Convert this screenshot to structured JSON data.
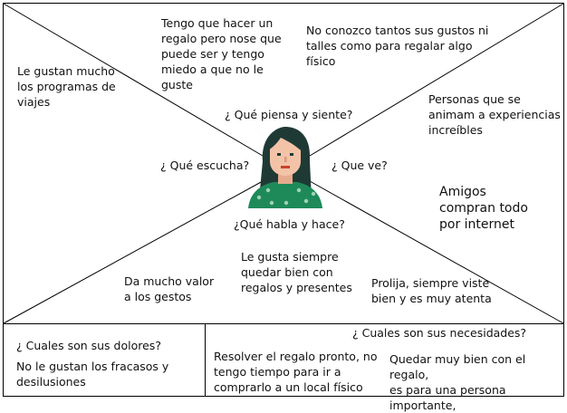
{
  "colors": {
    "line": "#000000",
    "hair": "#1f3a35",
    "skin": "#f3c3a8",
    "shirt": "#1e8a5a",
    "shirt_dots": "#9fd3b3",
    "lips": "#c8432b"
  },
  "icons": {
    "persona": "woman-avatar-icon"
  },
  "sections": {
    "piensa_siente": {
      "label": "¿ Qué piensa y siente?",
      "notes": [
        "Tengo que hacer un\nregalo pero nose que\npuede ser y tengo\nmiedo a que no le\nguste",
        "No conozco tantos sus gustos ni\ntalles como para regalar algo\nfísico"
      ]
    },
    "escucha": {
      "label": "¿ Qué escucha?",
      "notes": [
        "Le gustan mucho\nlos programas de\nviajes"
      ]
    },
    "ve": {
      "label": "¿ Que ve?",
      "notes": [
        "Personas que se\nanimam a experiencias\nincreíbles",
        "Amigos\ncompran todo\npor internet"
      ]
    },
    "habla_hace": {
      "label": "¿Qué habla y hace?",
      "notes": [
        "Le gusta siempre\nquedar bien con\nregalos y presentes",
        "Da mucho valor\na los gestos",
        "Prolija, siempre viste\nbien y es muy atenta"
      ]
    },
    "dolores": {
      "label": "¿ Cuales son sus dolores?",
      "notes": [
        "No le gustan los fracasos y\ndesilusiones"
      ]
    },
    "necesidades": {
      "label": "¿ Cuales son sus necesidades?",
      "notes": [
        "Resolver el regalo pronto, no\ntengo tiempo para ir a\ncomprarlo a un local físico",
        "Quedar muy bien con el regalo,\nes para una persona importante,"
      ]
    }
  }
}
